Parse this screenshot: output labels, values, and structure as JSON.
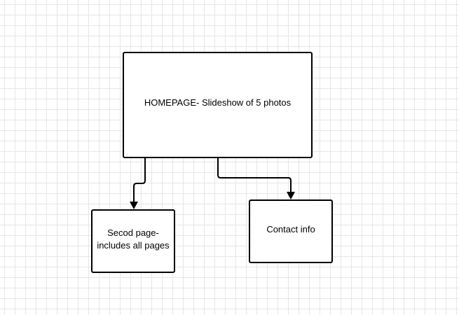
{
  "diagram": {
    "nodes": [
      {
        "id": "home",
        "label": "HOMEPAGE-  Slideshow of 5 photos"
      },
      {
        "id": "second",
        "label": "Secod page-\nincludes all pages"
      },
      {
        "id": "contact",
        "label": "Contact info"
      }
    ],
    "edges": [
      {
        "from": "home",
        "to": "second"
      },
      {
        "from": "home",
        "to": "contact"
      }
    ],
    "colors": {
      "stroke": "#000000",
      "node_fill": "#ffffff",
      "grid_minor": "#e6e6e6",
      "grid_major": "#cfcfcf"
    }
  }
}
